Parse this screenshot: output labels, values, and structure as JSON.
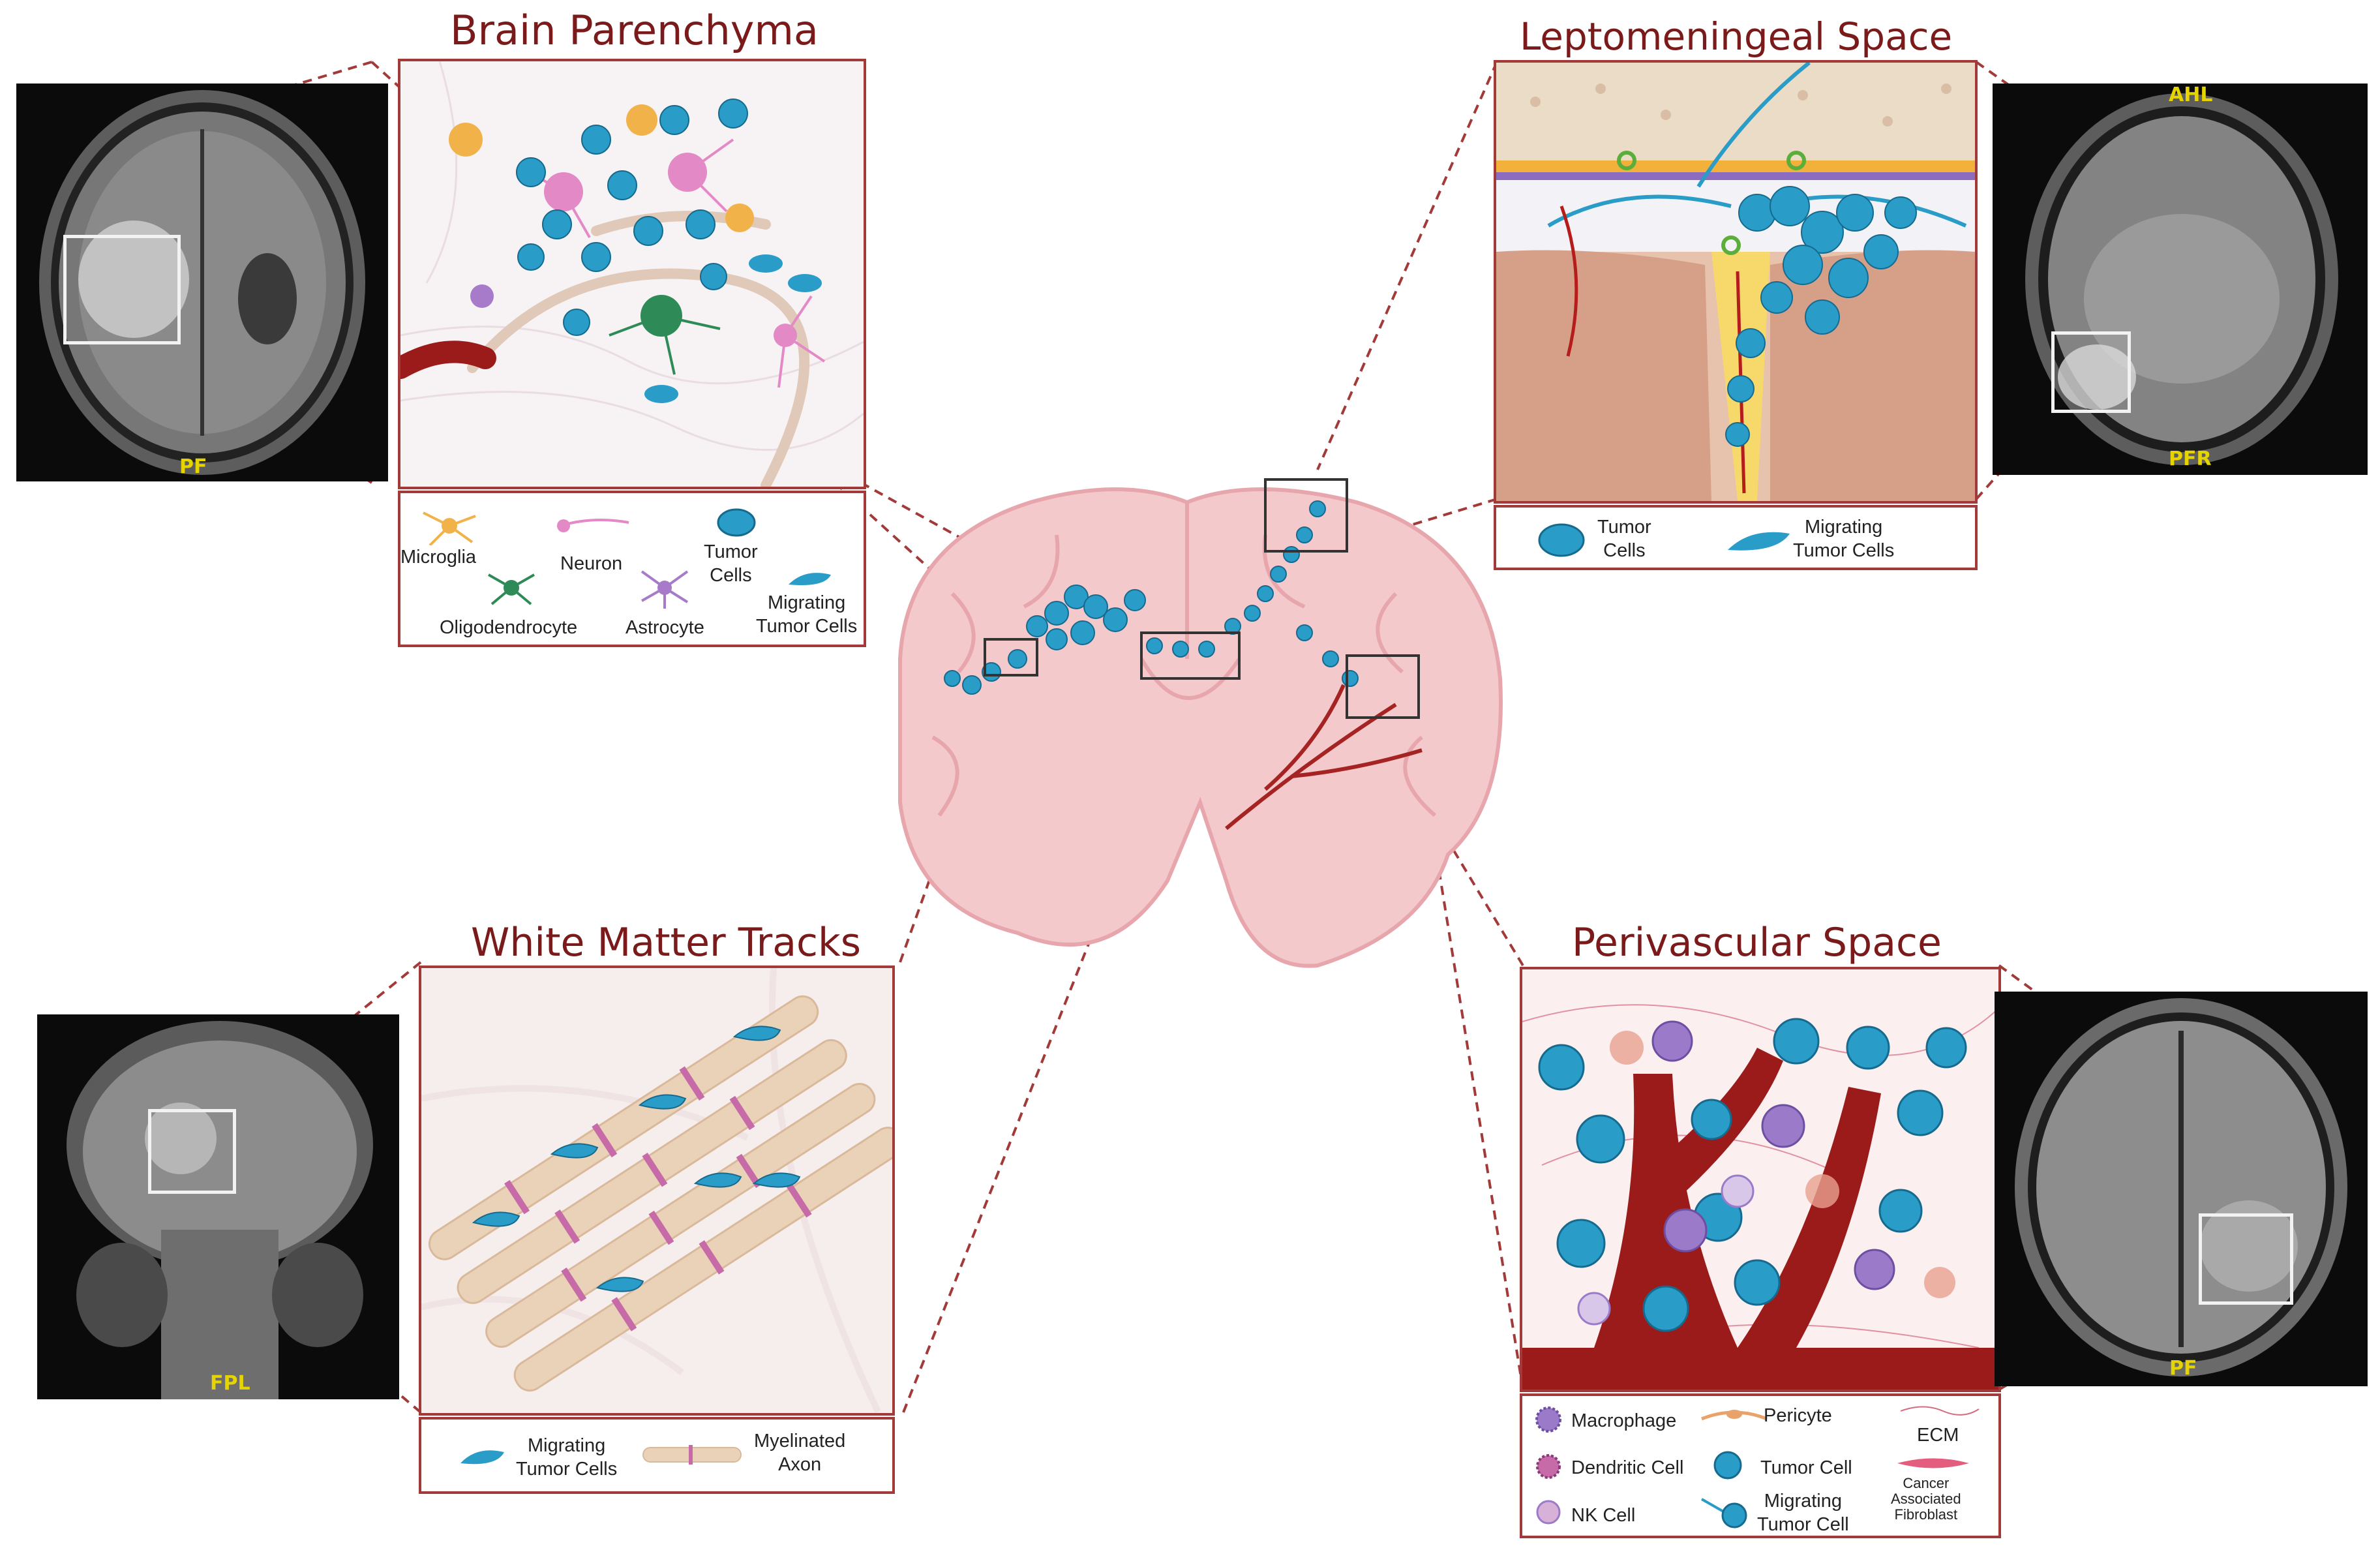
{
  "panels": {
    "brain_parenchyma": {
      "title": "Brain Parenchyma",
      "mri_tag": "PF",
      "legend": {
        "microglia": "Microglia",
        "neuron": "Neuron",
        "tumor_cells": "Tumor\nCells",
        "oligodendrocyte": "Oligodendrocyte",
        "astrocyte": "Astrocyte",
        "migrating": "Migrating\nTumor Cells"
      }
    },
    "leptomeningeal_space": {
      "title": "Leptomeningeal Space",
      "mri_tag_top": "AHL",
      "mri_tag_bottom": "PFR",
      "legend": {
        "tumor_cells": "Tumor\nCells",
        "migrating": "Migrating\nTumor Cells"
      }
    },
    "white_matter_tracks": {
      "title": "White Matter Tracks",
      "mri_tag": "FPL",
      "legend": {
        "migrating": "Migrating\nTumor Cells",
        "myelinated_axon": "Myelinated\nAxon"
      }
    },
    "perivascular_space": {
      "title": "Perivascular Space",
      "mri_tag": "PF",
      "legend": {
        "macrophage": "Macrophage",
        "pericyte": "Pericyte",
        "ecm": "ECM",
        "dendritic_cell": "Dendritic Cell",
        "tumor_cell": "Tumor Cell",
        "caf": "Cancer\nAssociated\nFibroblast",
        "nk_cell": "NK Cell",
        "migrating": "Migrating\nTumor Cell"
      }
    }
  },
  "colors": {
    "title": "#7a1a1a",
    "frame": "#a33a3a",
    "tumor": "#2a9cc8",
    "brain": "#f4c9cc",
    "vessel": "#9b1b1b"
  }
}
